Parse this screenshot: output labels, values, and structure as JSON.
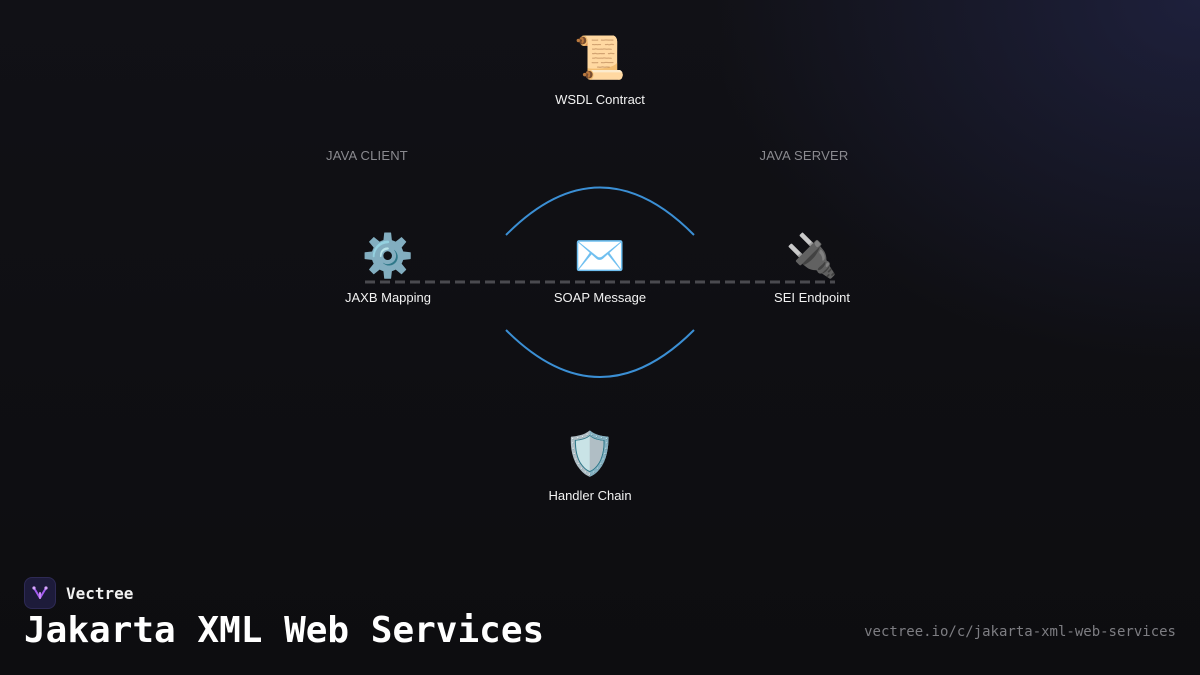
{
  "diagram": {
    "nodes": {
      "wsdl": {
        "icon": "📜",
        "icon_name": "scroll-icon",
        "label": "WSDL Contract"
      },
      "jaxb": {
        "icon": "⚙️",
        "icon_name": "gear-icon",
        "label": "JAXB Mapping"
      },
      "soap": {
        "icon": "✉️",
        "icon_name": "envelope-icon",
        "label": "SOAP Message"
      },
      "sei": {
        "icon": "🔌",
        "icon_name": "plug-icon",
        "label": "SEI Endpoint"
      },
      "handler": {
        "icon": "🛡️",
        "icon_name": "shield-icon",
        "label": "Handler Chain"
      }
    },
    "side_labels": {
      "client": "JAVA CLIENT",
      "server": "JAVA SERVER"
    },
    "colors": {
      "arc": "#3b8fd4",
      "dashed_line": "#4a4a4f"
    }
  },
  "footer": {
    "brand_name": "Vectree",
    "title": "Jakarta XML Web Services",
    "url": "vectree.io/c/jakarta-xml-web-services"
  }
}
